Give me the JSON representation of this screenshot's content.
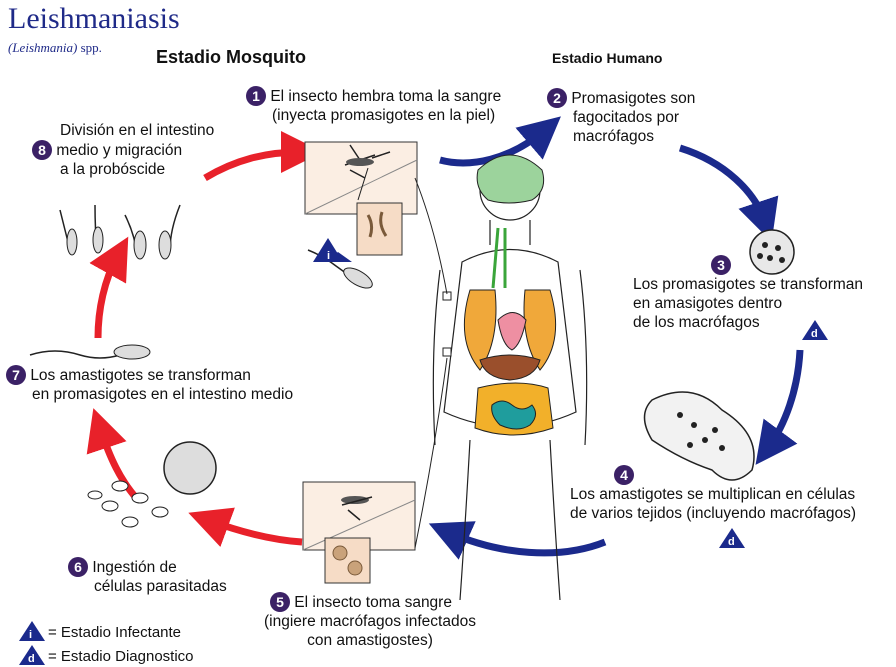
{
  "header": {
    "title": "Leishmaniasis",
    "subtitle_genus": "(Leishmania)",
    "subtitle_spp": " spp."
  },
  "stages": {
    "mosquito": "Estadio Mosquito",
    "human": "Estadio Humano"
  },
  "steps": [
    {
      "num": "1",
      "lines": [
        "El insecto hembra toma la sangre",
        "(inyecta promasigotes en la piel)"
      ]
    },
    {
      "num": "2",
      "lines": [
        "Promasigotes son",
        "fagocitados por",
        "macrófagos"
      ]
    },
    {
      "num": "3",
      "lines": [
        "Los promasigotes se transforman",
        "en amasigotes dentro",
        "de los macrófagos"
      ]
    },
    {
      "num": "4",
      "lines": [
        "Los amastigotes se multiplican en células",
        "de varios tejidos (incluyendo macrófagos)"
      ]
    },
    {
      "num": "5",
      "lines": [
        "El insecto toma sangre",
        "(ingiere macrófagos infectados",
        "con amastigostes)"
      ]
    },
    {
      "num": "6",
      "lines": [
        "Ingestión de",
        "células parasitadas"
      ]
    },
    {
      "num": "7",
      "lines": [
        "Los amastigotes se transforman",
        "en promasigotes en el intestino medio"
      ]
    },
    {
      "num": "8",
      "lines": [
        "División en el intestino",
        "medio y migración",
        "a la probóscide"
      ]
    }
  ],
  "markers": {
    "infective": "i",
    "diagnostic": "d"
  },
  "legend": {
    "infective_marker": "i",
    "infective_text": "= Estadio Infectante",
    "diagnostic_marker": "d",
    "diagnostic_text": "= Estadio Diagnostico"
  },
  "colors": {
    "title": "#1f2a88",
    "step_badge": "#3b2166",
    "arrow_mosquito": "#e8212a",
    "arrow_human": "#1b2a8c",
    "marker_fill": "#1b2a8c"
  }
}
